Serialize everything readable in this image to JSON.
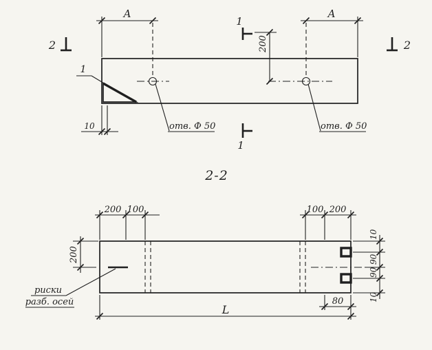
{
  "colors": {
    "paper": "#f6f5f0",
    "ink": "#1f1f1f"
  },
  "plan": {
    "dim_a_left": "A",
    "dim_a_right": "A",
    "cut1_top": "1",
    "cut1_bottom": "1",
    "cut2_left": "2",
    "cut2_right": "2",
    "dim_200": "200",
    "dim_10": "10",
    "hole_note_left": "отв. Ф 50",
    "hole_note_right": "отв. Ф 50",
    "corner_callout": "1"
  },
  "section": {
    "title": "2-2",
    "dim_200_top_left": "200",
    "dim_100_top_left": "100",
    "dim_100_top_right": "100",
    "dim_200_top_right": "200",
    "dim_200_left": "200",
    "dim_10_right_top": "10",
    "dim_90_right_top": "90",
    "dim_90_right_bottom": "90",
    "dim_10_right_bottom": "10",
    "dim_80": "80",
    "dim_length": "L",
    "note_line1": "риски",
    "note_line2": "разб. осей"
  }
}
